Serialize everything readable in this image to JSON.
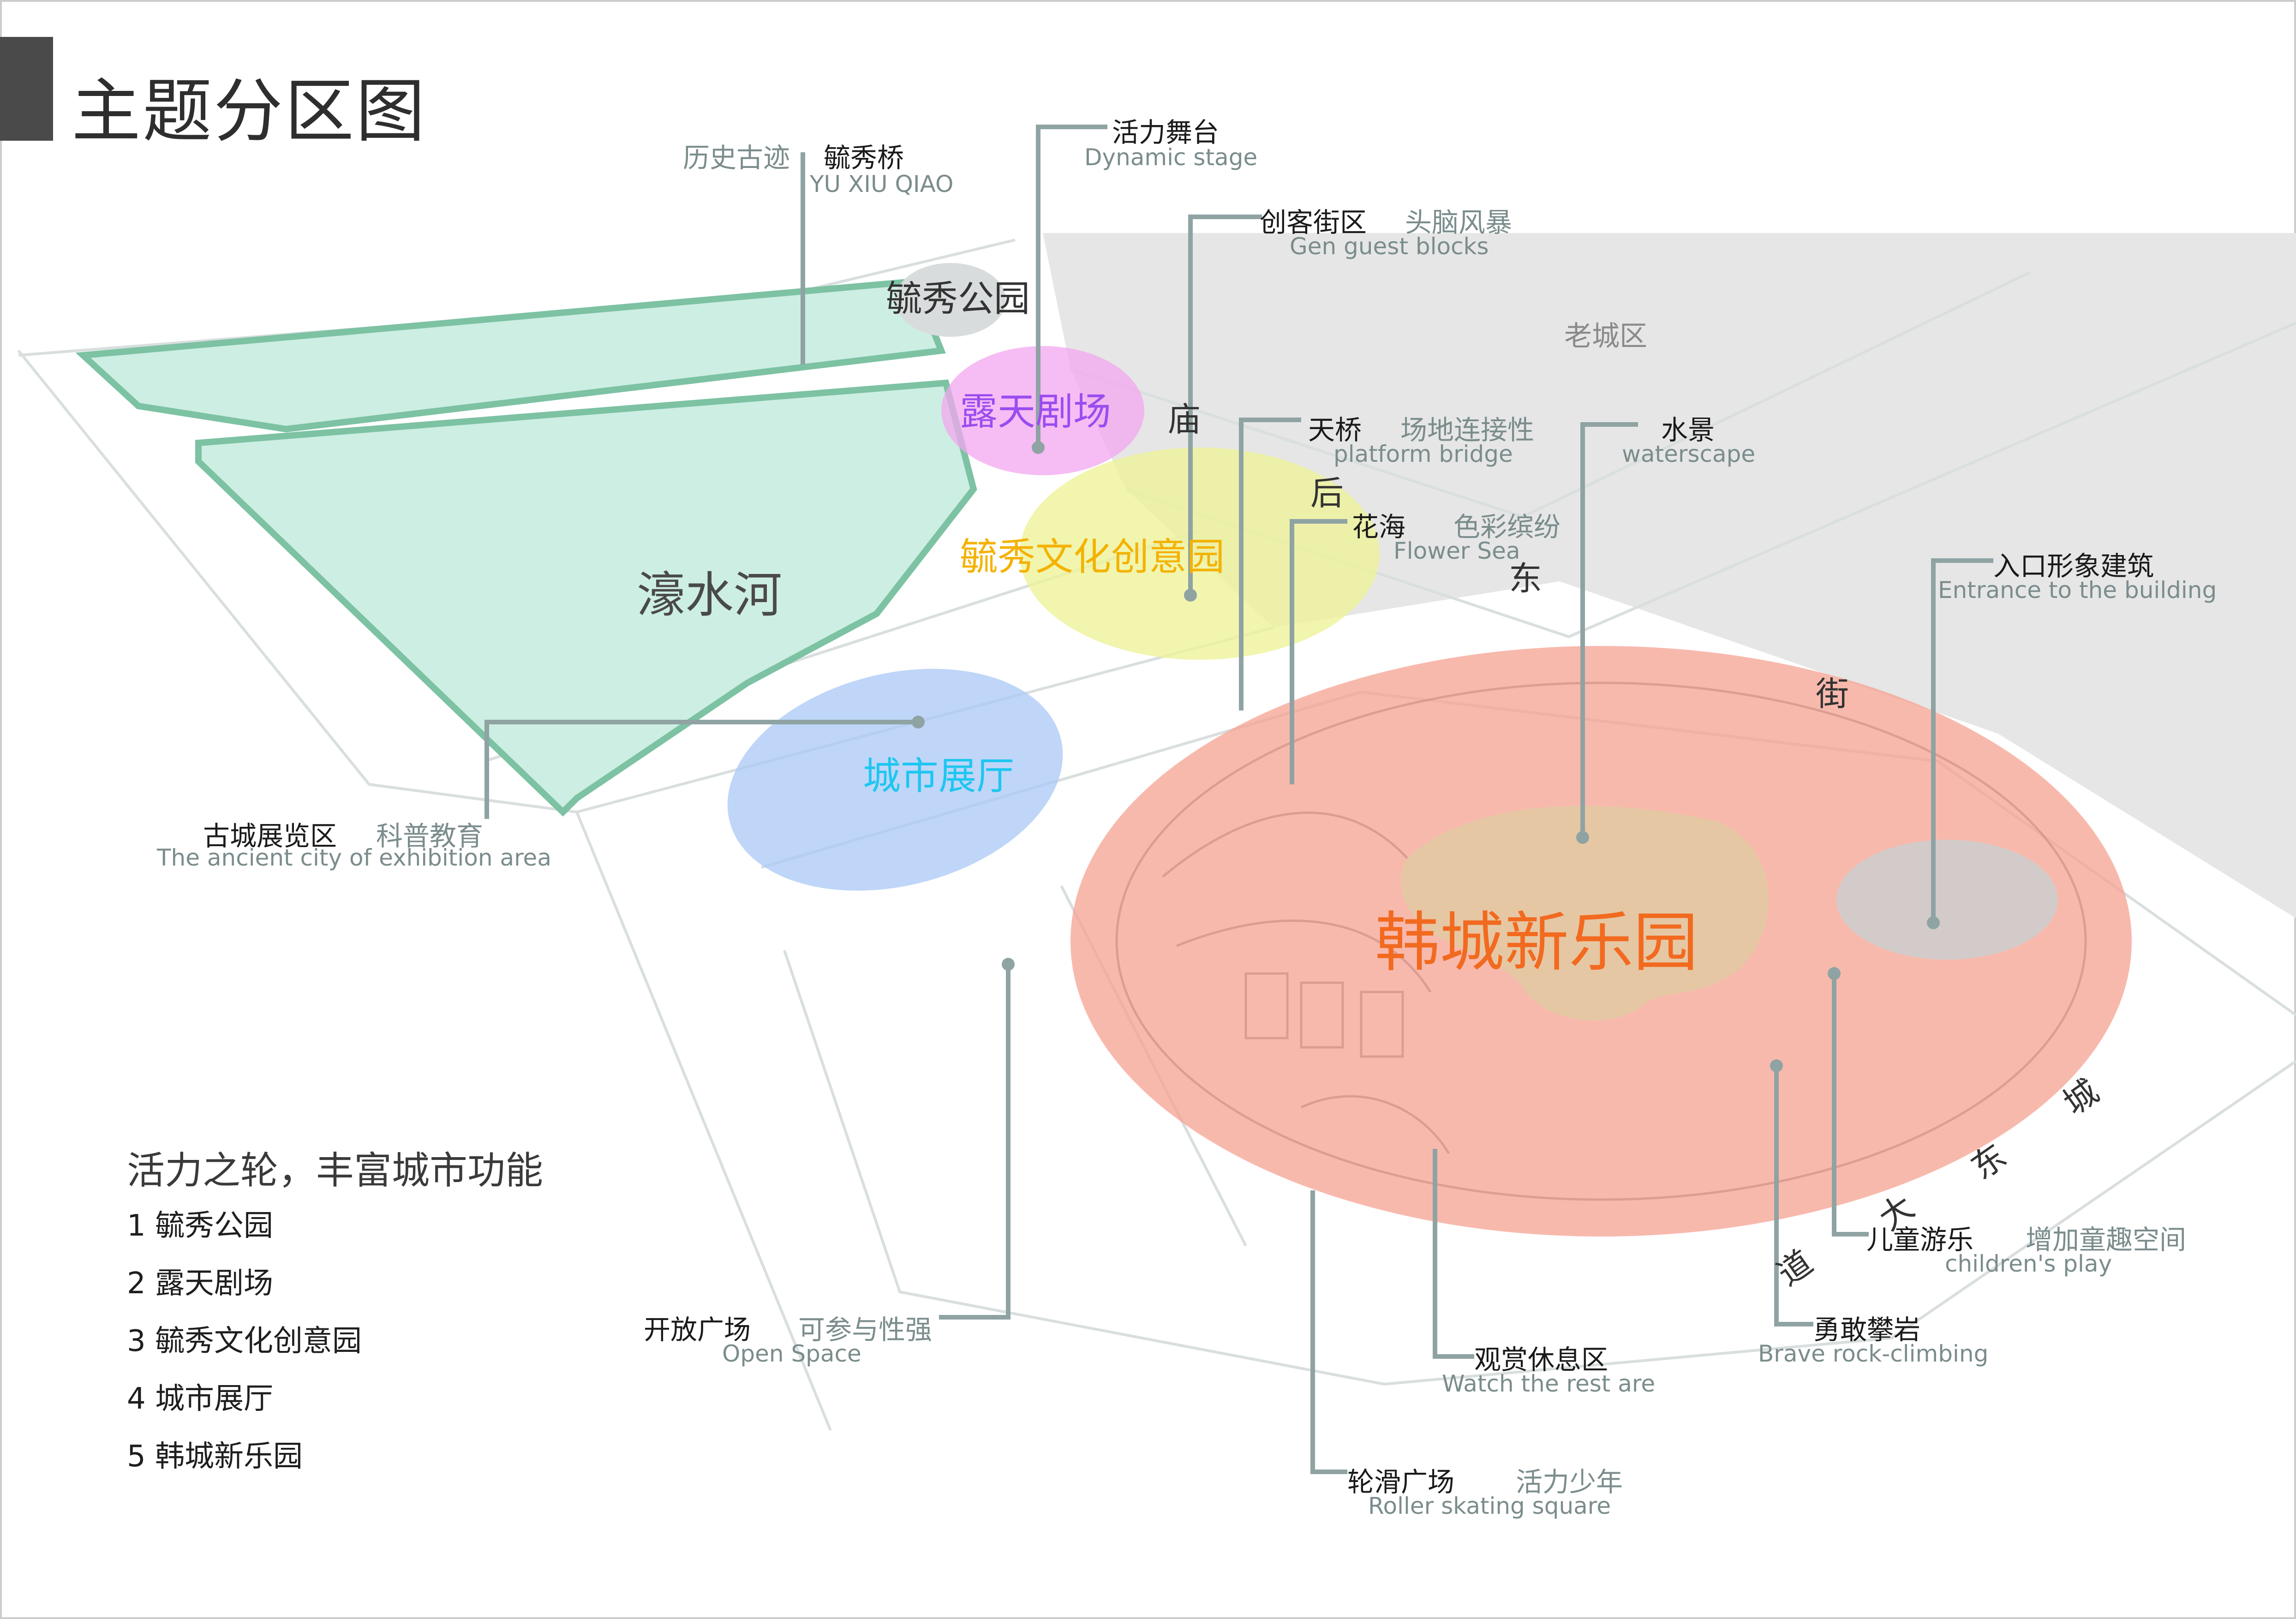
{
  "title": "主题分区图",
  "colors": {
    "title_bar": "#4a4a4a",
    "water": "#cdeee3",
    "water_edge": "#7cc2a3",
    "old_town": "#e6e6e6",
    "leader_line": "#8fa3a3",
    "zone_pink": "#f2a7ef",
    "zone_yellow": "#eef29a",
    "zone_blue": "#a9c8f5",
    "zone_red": "#f5a191",
    "label_purple": "#9a4cf0",
    "label_orange": "#f4b200",
    "label_cyan": "#1ec6f0",
    "label_red": "#f26a1f"
  },
  "areas": {
    "river": "濠水河",
    "old_town": "老城区",
    "park": "毓秀公园"
  },
  "zones": [
    {
      "id": "open-theater",
      "label": "露天剧场",
      "color": "#9a4cf0"
    },
    {
      "id": "culture-park",
      "label": "毓秀文化创意园",
      "color": "#f4b200"
    },
    {
      "id": "city-hall",
      "label": "城市展厅",
      "color": "#1ec6f0"
    },
    {
      "id": "hancheng-park",
      "label": "韩城新乐园",
      "color": "#f26a1f"
    }
  ],
  "streets": {
    "temple_back_east_street": [
      "庙",
      "后",
      "东",
      "街"
    ],
    "city_east_avenue": [
      "城",
      "东",
      "大",
      "道"
    ]
  },
  "callouts": [
    {
      "id": "yuxiu-bridge",
      "cn": "毓秀桥",
      "tag": "历史古迹",
      "en": "YU XIU QIAO"
    },
    {
      "id": "dynamic-stage",
      "cn": "活力舞台",
      "tag": "",
      "en": "Dynamic stage"
    },
    {
      "id": "guest-blocks",
      "cn": "创客街区",
      "tag": "头脑风暴",
      "en": "Gen guest blocks"
    },
    {
      "id": "platform-bridge",
      "cn": "天桥",
      "tag": "场地连接性",
      "en": "platform bridge"
    },
    {
      "id": "waterscape",
      "cn": "水景",
      "tag": "",
      "en": "waterscape"
    },
    {
      "id": "flower-sea",
      "cn": "花海",
      "tag": "色彩缤纷",
      "en": "Flower Sea"
    },
    {
      "id": "entrance-building",
      "cn": "入口形象建筑",
      "tag": "",
      "en": "Entrance to the building"
    },
    {
      "id": "ancient-city-exhibit",
      "cn": "古城展览区",
      "tag": "科普教育",
      "en": "The ancient city of exhibition area"
    },
    {
      "id": "open-space",
      "cn": "开放广场",
      "tag": "可参与性强",
      "en": "Open Space"
    },
    {
      "id": "watch-rest",
      "cn": "观赏休息区",
      "tag": "",
      "en": "Watch the rest are"
    },
    {
      "id": "roller-skating",
      "cn": "轮滑广场",
      "tag": "活力少年",
      "en": "Roller skating square"
    },
    {
      "id": "rock-climbing",
      "cn": "勇敢攀岩",
      "tag": "",
      "en": "Brave rock-climbing"
    },
    {
      "id": "children-play",
      "cn": "儿童游乐",
      "tag": "增加童趣空间",
      "en": "children's play"
    }
  ],
  "legend": {
    "heading": "活力之轮，丰富城市功能",
    "items": [
      "1 毓秀公园",
      "2 露天剧场",
      "3 毓秀文化创意园",
      "4 城市展厅",
      "5 韩城新乐园"
    ]
  }
}
